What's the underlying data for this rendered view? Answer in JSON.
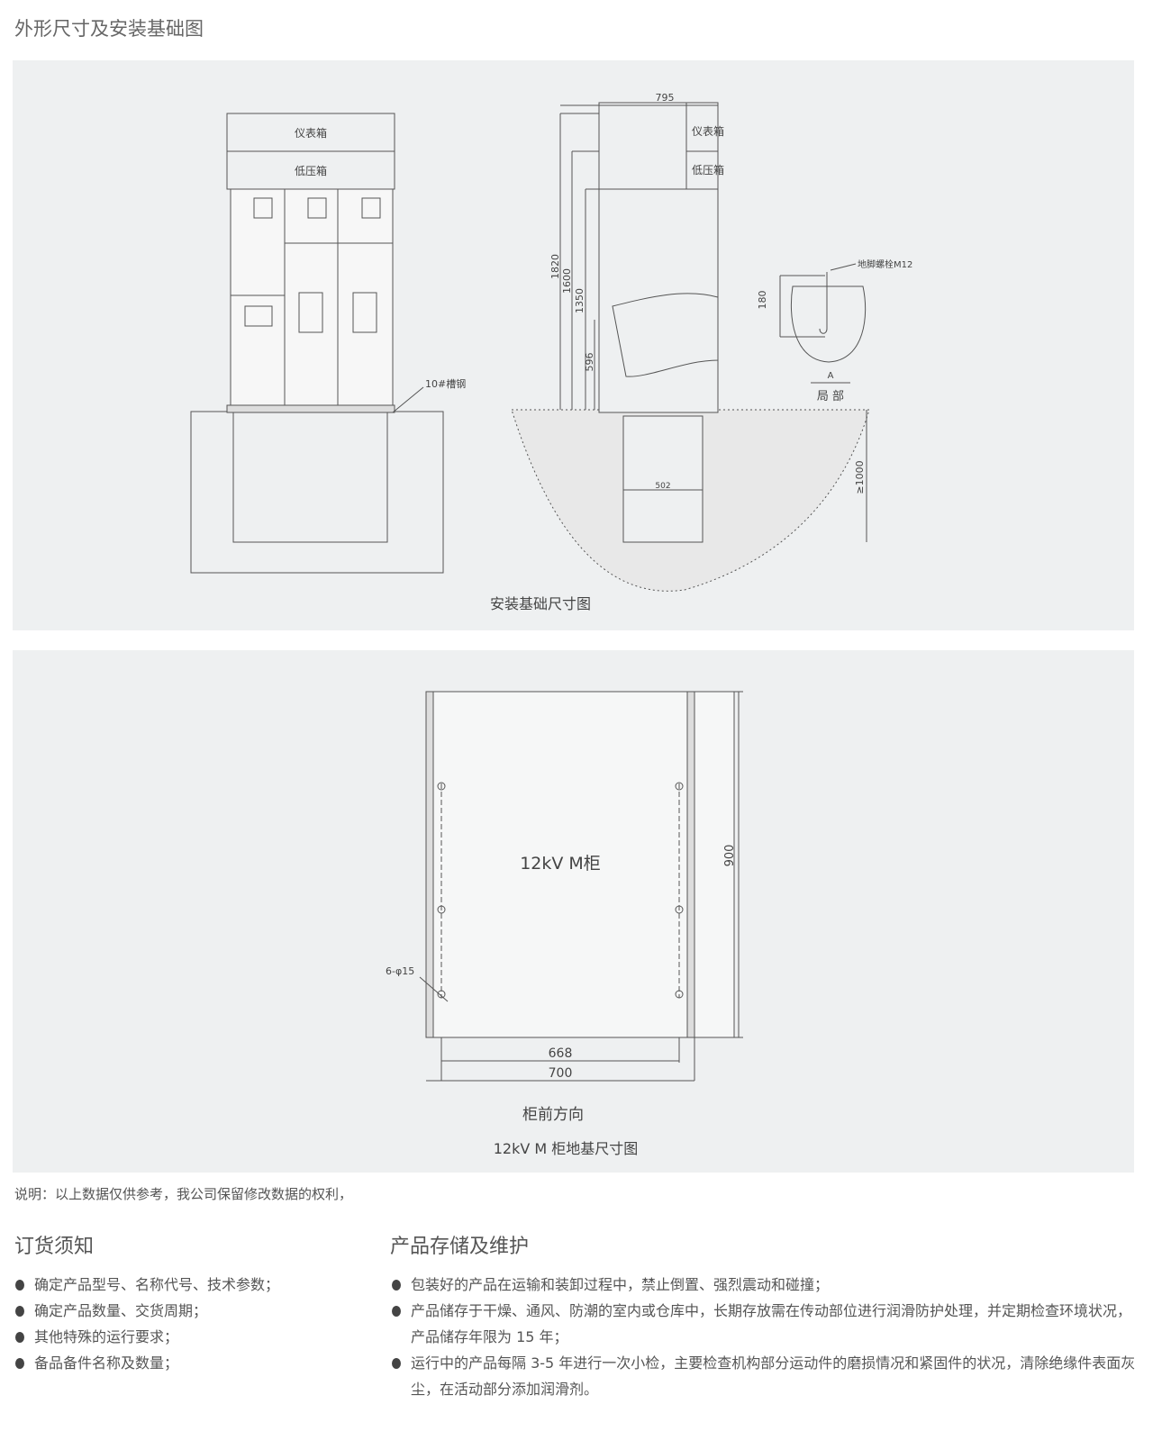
{
  "section_title": "外形尺寸及安装基础图",
  "diagram1": {
    "front_view": {
      "instrument_box": "仪表箱",
      "low_voltage_box": "低压箱",
      "channel_steel": "10#槽钢"
    },
    "side_view": {
      "width": "795",
      "instrument_box": "仪表箱",
      "low_voltage_box": "低压箱",
      "dims": [
        "1820",
        "1600",
        "1350",
        "596"
      ],
      "trench_width": "502",
      "depth": "≥1000"
    },
    "detail": {
      "bolt": "地脚螺栓M12",
      "height": "180",
      "ref": "A",
      "label": "局 部"
    },
    "caption": "安装基础尺寸图"
  },
  "diagram2": {
    "cabinet_label": "12kV M柜",
    "depth": "900",
    "inner_width": "668",
    "outer_width": "700",
    "holes": "6-φ15",
    "front_direction": "柜前方向",
    "caption": "12kV M 柜地基尺寸图"
  },
  "note": "说明：以上数据仅供参考，我公司保留修改数据的权利，",
  "ordering": {
    "title": "订货须知",
    "items": [
      "确定产品型号、名称代号、技术参数；",
      "确定产品数量、交货周期；",
      "其他特殊的运行要求；",
      "备品备件名称及数量；"
    ]
  },
  "storage": {
    "title": "产品存储及维护",
    "items": [
      "包装好的产品在运输和装卸过程中，禁止倒置、强烈震动和碰撞；",
      "产品储存于干燥、通风、防潮的室内或仓库中，长期存放需在传动部位进行润滑防护处理，并定期检查环境状况，产品储存年限为 15 年；",
      "运行中的产品每隔 3-5 年进行一次小检，主要检查机构部分运动件的磨损情况和紧固件的状况，清除绝缘件表面灰尘，在活动部分添加润滑剂。"
    ]
  }
}
